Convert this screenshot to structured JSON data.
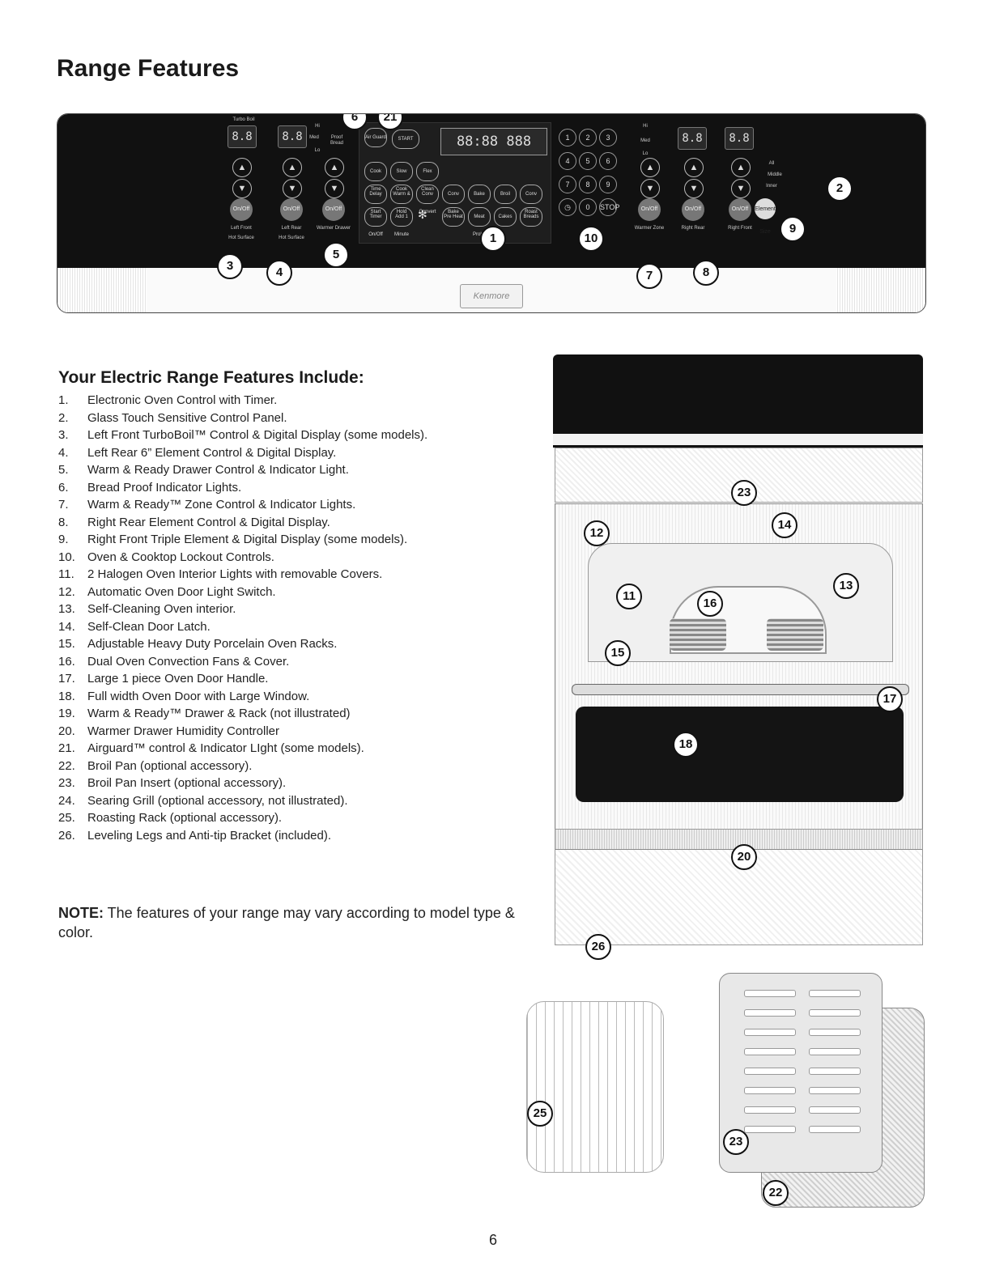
{
  "title": "Range Features",
  "control_panel": {
    "turbo_boil_label": "Turbo Boil",
    "displays": {
      "left_front": "8.8",
      "left_rear": "8.8",
      "right_rear": "8.8",
      "right_front": "8.8",
      "center": "88:88 888"
    },
    "warmer_levels": [
      "Hi",
      "Med",
      "Lo"
    ],
    "proof_label": "Proof Bread",
    "airguard_label": "Air Guard",
    "start_label": "START",
    "stop_label": "STOP",
    "oven_keys": [
      "Cook Time",
      "Slow Cook",
      "Flex Clean",
      "Delay Start",
      "Warm & Hold",
      "Conv Convert",
      "Conv Bake",
      "Bake",
      "Broil",
      "Conv Roast",
      "Timer On/Off",
      "Add 1 Minute",
      "Pre Heat",
      "Meat Probe",
      "Cakes",
      "Breads"
    ],
    "number_keys": [
      "1",
      "2",
      "3",
      "4",
      "5",
      "6",
      "7",
      "8",
      "9",
      "0"
    ],
    "onoff_label": "On/Off",
    "element_size_label": "Element Size",
    "element_sizes": [
      "All",
      "Middle",
      "Inner"
    ],
    "burner_labels": {
      "left_front": "Left Front",
      "left_rear": "Left Rear",
      "warmer_drawer": "Warmer Drawer",
      "warmer_zone": "Warmer Zone",
      "right_rear": "Right Rear",
      "right_front": "Right Front",
      "hot_surface": "Hot Surface"
    },
    "brand_logo": "Kenmore ELITE",
    "callouts": [
      "6",
      "21",
      "2",
      "9",
      "1",
      "10",
      "3",
      "4",
      "5",
      "7",
      "8"
    ]
  },
  "subtitle": "Your Electric Range Features Include:",
  "features": [
    {
      "num": "1.",
      "text": "Electronic Oven Control with Timer."
    },
    {
      "num": "2.",
      "text": "Glass Touch Sensitive Control Panel."
    },
    {
      "num": "3.",
      "text": "Left Front TurboBoil™ Control & Digital Display (some models)."
    },
    {
      "num": "4.",
      "text": "Left Rear 6” Element Control & Digital Display."
    },
    {
      "num": "5.",
      "text": "Warm & Ready Drawer Control & Indicator Light."
    },
    {
      "num": "6.",
      "text": "Bread Proof Indicator Lights."
    },
    {
      "num": "7.",
      "text": "Warm & Ready™ Zone Control & Indicator Lights."
    },
    {
      "num": "8.",
      "text": "Right Rear Element Control & Digital Display."
    },
    {
      "num": "9.",
      "text": "Right Front Triple Element & Digital Display (some models)."
    },
    {
      "num": "10.",
      "text": "Oven & Cooktop Lockout Controls."
    },
    {
      "num": "11.",
      "text": "2 Halogen Oven Interior Lights with removable Covers."
    },
    {
      "num": "12.",
      "text": "Automatic Oven Door Light Switch."
    },
    {
      "num": "13.",
      "text": "Self-Cleaning Oven interior."
    },
    {
      "num": "14.",
      "text": "Self-Clean Door Latch."
    },
    {
      "num": "15.",
      "text": "Adjustable Heavy Duty Porcelain Oven Racks."
    },
    {
      "num": "16.",
      "text": "Dual Oven Convection Fans & Cover."
    },
    {
      "num": "17.",
      "text": "Large 1 piece Oven Door Handle."
    },
    {
      "num": "18.",
      "text": "Full width Oven Door with Large Window."
    },
    {
      "num": "19.",
      "text": "Warm & Ready™ Drawer & Rack (not illustrated)"
    },
    {
      "num": "20.",
      "text": "Warmer Drawer Humidity Controller"
    },
    {
      "num": "21.",
      "text": "Airguard™ control & Indicator LIght (some models)."
    },
    {
      "num": "22.",
      "text": "Broil Pan (optional accessory)."
    },
    {
      "num": "23.",
      "text": "Broil Pan Insert (optional accessory)."
    },
    {
      "num": "24.",
      "text": "Searing Grill (optional accessory, not illustrated)."
    },
    {
      "num": "25.",
      "text": "Roasting Rack (optional accessory)."
    },
    {
      "num": "26.",
      "text": "Leveling Legs and Anti-tip Bracket (included)."
    }
  ],
  "note": {
    "label": "NOTE:",
    "text": " The features of your range may vary according to model type & color."
  },
  "range_callouts": [
    "23",
    "12",
    "14",
    "11",
    "13",
    "16",
    "15",
    "17",
    "18",
    "20",
    "26"
  ],
  "accessory_callouts": [
    "25",
    "23",
    "22"
  ],
  "page_number": "6"
}
